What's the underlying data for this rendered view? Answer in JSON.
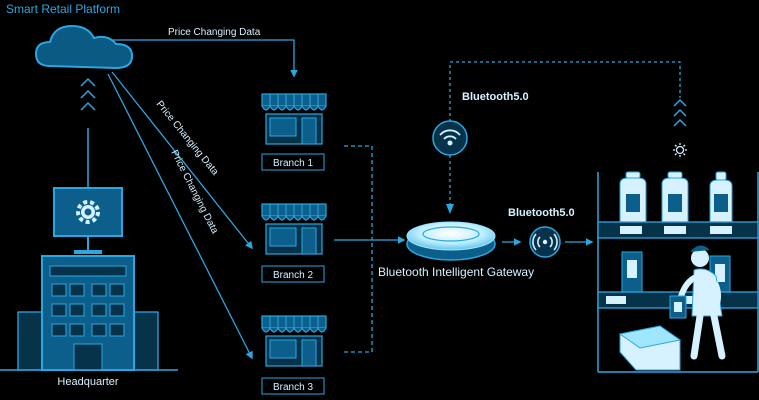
{
  "colors": {
    "background": "#000000",
    "line": "#2aa7e0",
    "fill": "#0b5f8a",
    "light": "#9fe6ff"
  },
  "platform": {
    "title": "Smart Retail Platform"
  },
  "flows": {
    "price_top": "Price Changing Data",
    "price_diag1": "Price Changing Data",
    "price_diag2": "Price Changing Data"
  },
  "branches": [
    {
      "label": "Branch 1"
    },
    {
      "label": "Branch 2"
    },
    {
      "label": "Branch 3"
    }
  ],
  "headquarter": {
    "label": "Headquarter"
  },
  "gateway": {
    "label": "Bluetooth Intelligent Gateway"
  },
  "bluetooth": {
    "top_label": "Bluetooth5.0",
    "mid_label": "Bluetooth5.0"
  },
  "icons": {
    "cloud": "cloud-icon",
    "gear": "gear-icon",
    "store": "store-icon",
    "building": "building-icon",
    "gateway": "router-icon",
    "signal": "wireless-signal-icon",
    "shelf": "shelf-icon",
    "shopper": "shopper-icon",
    "light": "light-icon"
  }
}
